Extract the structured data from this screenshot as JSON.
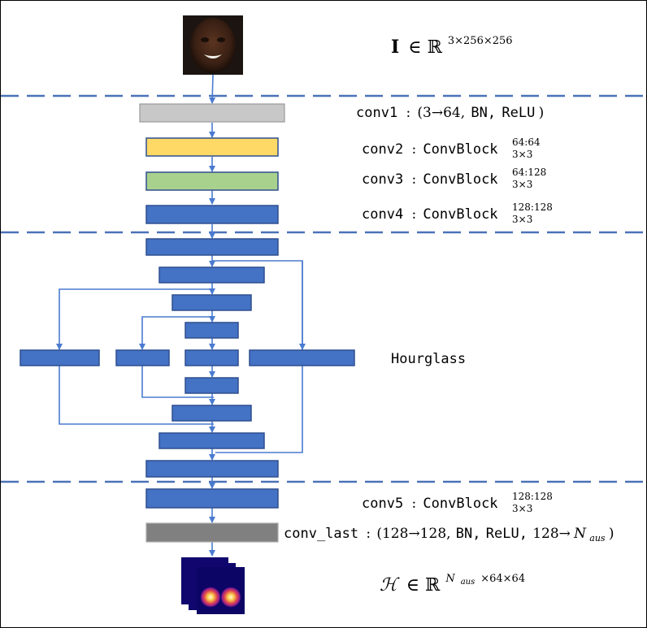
{
  "colors": {
    "blue_block": "#4472c4",
    "blue_border": "#2f4f8f",
    "arrow": "#4a7bd0",
    "dash": "#4a72b8",
    "conv1_gray": "#c8c8c8",
    "conv2_yellow": "#ffd966",
    "conv3_green": "#a9d18e",
    "conv_last_gray": "#808080"
  },
  "input": {
    "label_bold": "I",
    "label_rest": "∈ ℝ",
    "label_sup": "3×256×256"
  },
  "layers": {
    "conv1": {
      "name": "conv1",
      "sep": ":",
      "desc_open": "(3→64,",
      "bn": "BN,",
      "relu": "ReLU",
      "desc_close": ")"
    },
    "conv2": {
      "name": "conv2",
      "sep": ":",
      "block": "ConvBlock",
      "sup": "64:64",
      "sub": "3×3"
    },
    "conv3": {
      "name": "conv3",
      "sep": ":",
      "block": "ConvBlock",
      "sup": "64:128",
      "sub": "3×3"
    },
    "conv4": {
      "name": "conv4",
      "sep": ":",
      "block": "ConvBlock",
      "sup": "128:128",
      "sub": "3×3"
    },
    "conv5": {
      "name": "conv5",
      "sep": ":",
      "block": "ConvBlock",
      "sup": "128:128",
      "sub": "3×3"
    },
    "conv_last": {
      "name": "conv_last",
      "sep": ":",
      "desc_open": "(128→128,",
      "bn": "BN,",
      "relu": "ReLU,",
      "desc_mid": "128→",
      "n": "N",
      "n_sub": "aus",
      "desc_close": ")"
    }
  },
  "hourglass": {
    "label": "Hourglass"
  },
  "output": {
    "label_h": "ℋ",
    "label_rest": "∈ ℝ",
    "sup_n": "N",
    "sup_n_sub": "aus",
    "sup_rest": "×64×64"
  }
}
